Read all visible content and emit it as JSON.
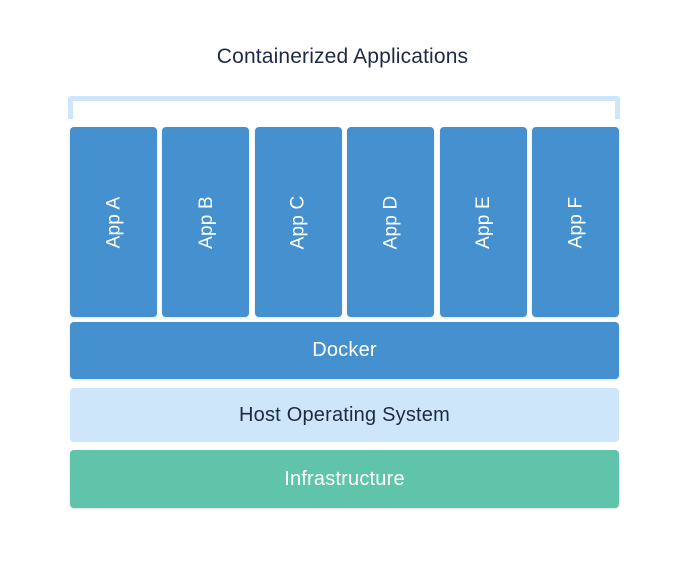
{
  "diagram": {
    "title": "Containerized Applications",
    "type": "stacked-architecture-diagram",
    "colors": {
      "background": "#ffffff",
      "title_text": "#1e2a44",
      "app_box": "#4590ce",
      "app_box_text": "#ffffff",
      "bracket": "#cde6f9",
      "docker": "#4590ce",
      "docker_text": "#ffffff",
      "host_os": "#cde6f9",
      "host_os_text": "#1e2a44",
      "infrastructure": "#5fc4aa",
      "infrastructure_text": "#ffffff"
    },
    "bracket": {
      "label": "containerized-applications-bracket",
      "orientation": "top",
      "spans": "App A through App F"
    },
    "apps": [
      {
        "label": "App A"
      },
      {
        "label": "App B"
      },
      {
        "label": "App C"
      },
      {
        "label": "App D"
      },
      {
        "label": "App E"
      },
      {
        "label": "App F"
      }
    ],
    "layers": [
      {
        "id": "docker",
        "label": "Docker"
      },
      {
        "id": "host-os",
        "label": "Host Operating System"
      },
      {
        "id": "infrastructure",
        "label": "Infrastructure"
      }
    ]
  }
}
